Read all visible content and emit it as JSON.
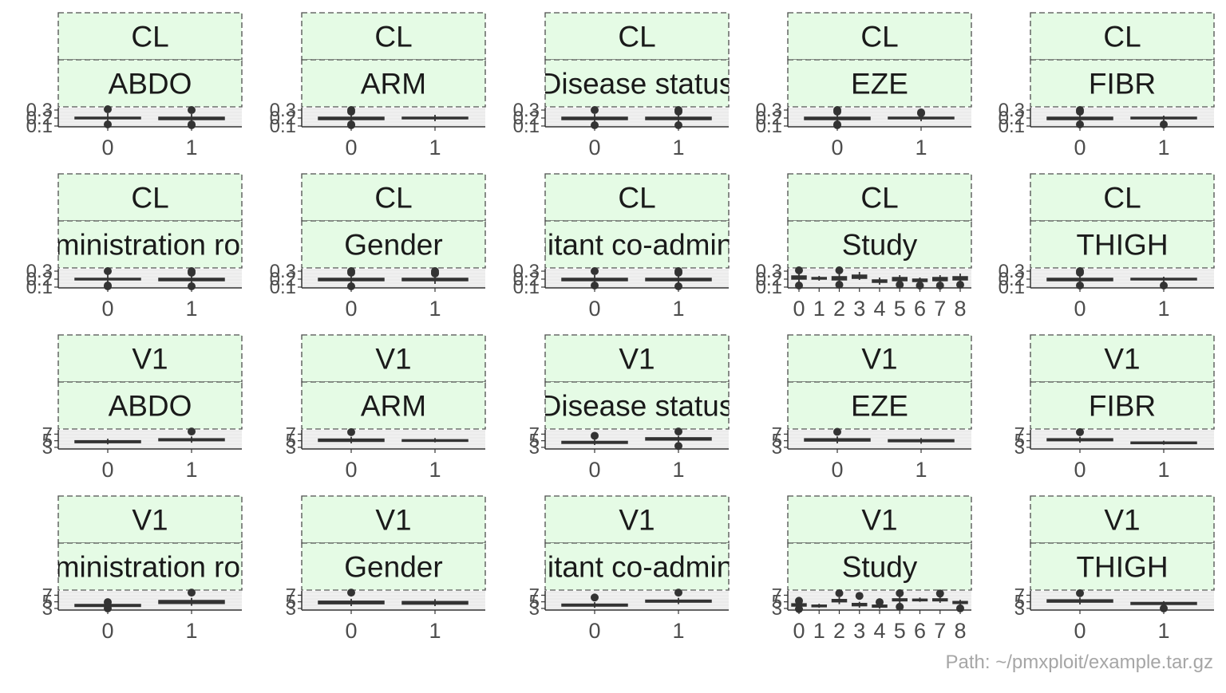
{
  "figure": {
    "footer": "Path: ~/pmxploit/example.tar.gz"
  },
  "colors": {
    "strip_fill": "#e5fbe5",
    "strip_border": "#4d4d4d",
    "panel_bg": "#ebebeb",
    "box": "#333333",
    "axis_text": "#4d4d4d",
    "title_text": "#1a1a1a"
  },
  "chart_data": [
    {
      "type": "box",
      "parameter": "CL",
      "covariate": "ABDO",
      "categories": [
        "0",
        "1"
      ],
      "y_ticks": [
        "0.1",
        "0.2",
        "0.3"
      ],
      "ylim": [
        0.09,
        0.33
      ],
      "boxes": [
        {
          "q1": 0.19,
          "median": 0.2,
          "q3": 0.21,
          "whisker_low": 0.15,
          "whisker_high": 0.26,
          "outliers": [
            0.31,
            0.12
          ]
        },
        {
          "q1": 0.18,
          "median": 0.2,
          "q3": 0.21,
          "whisker_low": 0.14,
          "whisker_high": 0.25,
          "outliers": [
            0.3,
            0.11,
            0.12
          ]
        }
      ]
    },
    {
      "type": "box",
      "parameter": "CL",
      "covariate": "ARM",
      "categories": [
        "0",
        "1"
      ],
      "y_ticks": [
        "0.1",
        "0.2",
        "0.3"
      ],
      "ylim": [
        0.09,
        0.33
      ],
      "boxes": [
        {
          "q1": 0.18,
          "median": 0.2,
          "q3": 0.21,
          "whisker_low": 0.14,
          "whisker_high": 0.25,
          "outliers": [
            0.3,
            0.28,
            0.11,
            0.12
          ]
        },
        {
          "q1": 0.19,
          "median": 0.2,
          "q3": 0.21,
          "whisker_low": 0.16,
          "whisker_high": 0.24,
          "outliers": []
        }
      ]
    },
    {
      "type": "box",
      "parameter": "CL",
      "covariate": "Disease status",
      "categories": [
        "0",
        "1"
      ],
      "y_ticks": [
        "0.1",
        "0.2",
        "0.3"
      ],
      "ylim": [
        0.09,
        0.33
      ],
      "boxes": [
        {
          "q1": 0.18,
          "median": 0.2,
          "q3": 0.21,
          "whisker_low": 0.14,
          "whisker_high": 0.25,
          "outliers": [
            0.3,
            0.11
          ]
        },
        {
          "q1": 0.18,
          "median": 0.2,
          "q3": 0.21,
          "whisker_low": 0.14,
          "whisker_high": 0.25,
          "outliers": [
            0.3,
            0.28,
            0.11
          ]
        }
      ]
    },
    {
      "type": "box",
      "parameter": "CL",
      "covariate": "EZE",
      "categories": [
        "0",
        "1"
      ],
      "y_ticks": [
        "0.1",
        "0.2",
        "0.3"
      ],
      "ylim": [
        0.09,
        0.33
      ],
      "boxes": [
        {
          "q1": 0.18,
          "median": 0.2,
          "q3": 0.21,
          "whisker_low": 0.14,
          "whisker_high": 0.25,
          "outliers": [
            0.3,
            0.28,
            0.11,
            0.12
          ]
        },
        {
          "q1": 0.19,
          "median": 0.2,
          "q3": 0.21,
          "whisker_low": 0.16,
          "whisker_high": 0.24,
          "outliers": [
            0.26,
            0.27
          ]
        }
      ]
    },
    {
      "type": "box",
      "parameter": "CL",
      "covariate": "FIBR",
      "categories": [
        "0",
        "1"
      ],
      "y_ticks": [
        "0.1",
        "0.2",
        "0.3"
      ],
      "ylim": [
        0.09,
        0.33
      ],
      "boxes": [
        {
          "q1": 0.18,
          "median": 0.2,
          "q3": 0.21,
          "whisker_low": 0.14,
          "whisker_high": 0.25,
          "outliers": [
            0.3,
            0.28,
            0.12
          ]
        },
        {
          "q1": 0.19,
          "median": 0.2,
          "q3": 0.21,
          "whisker_low": 0.16,
          "whisker_high": 0.23,
          "outliers": [
            0.12
          ]
        }
      ]
    },
    {
      "type": "box",
      "parameter": "CL",
      "covariate": "Administration route",
      "categories": [
        "0",
        "1"
      ],
      "y_ticks": [
        "0.1",
        "0.2",
        "0.3"
      ],
      "ylim": [
        0.09,
        0.33
      ],
      "boxes": [
        {
          "q1": 0.19,
          "median": 0.2,
          "q3": 0.21,
          "whisker_low": 0.15,
          "whisker_high": 0.26,
          "outliers": [
            0.3,
            0.11,
            0.12
          ]
        },
        {
          "q1": 0.18,
          "median": 0.2,
          "q3": 0.21,
          "whisker_low": 0.14,
          "whisker_high": 0.25,
          "outliers": [
            0.3,
            0.28,
            0.11
          ]
        }
      ]
    },
    {
      "type": "box",
      "parameter": "CL",
      "covariate": "Gender",
      "categories": [
        "0",
        "1"
      ],
      "y_ticks": [
        "0.1",
        "0.2",
        "0.3"
      ],
      "ylim": [
        0.09,
        0.33
      ],
      "boxes": [
        {
          "q1": 0.18,
          "median": 0.2,
          "q3": 0.21,
          "whisker_low": 0.14,
          "whisker_high": 0.25,
          "outliers": [
            0.3,
            0.28,
            0.11
          ]
        },
        {
          "q1": 0.18,
          "median": 0.2,
          "q3": 0.21,
          "whisker_low": 0.14,
          "whisker_high": 0.25,
          "outliers": [
            0.3,
            0.28,
            0.27
          ]
        }
      ]
    },
    {
      "type": "box",
      "parameter": "CL",
      "covariate": "Concomitant co-administration",
      "categories": [
        "0",
        "1"
      ],
      "y_ticks": [
        "0.1",
        "0.2",
        "0.3"
      ],
      "ylim": [
        0.09,
        0.33
      ],
      "boxes": [
        {
          "q1": 0.18,
          "median": 0.2,
          "q3": 0.21,
          "whisker_low": 0.14,
          "whisker_high": 0.25,
          "outliers": [
            0.3,
            0.12
          ]
        },
        {
          "q1": 0.18,
          "median": 0.2,
          "q3": 0.21,
          "whisker_low": 0.14,
          "whisker_high": 0.25,
          "outliers": [
            0.3,
            0.28,
            0.11
          ]
        }
      ]
    },
    {
      "type": "box",
      "parameter": "CL",
      "covariate": "Study",
      "categories": [
        "0",
        "1",
        "2",
        "3",
        "4",
        "5",
        "6",
        "7",
        "8"
      ],
      "y_ticks": [
        "0.1",
        "0.2",
        "0.3"
      ],
      "ylim": [
        0.09,
        0.33
      ],
      "boxes": [
        {
          "q1": 0.2,
          "median": 0.22,
          "q3": 0.24,
          "whisker_low": 0.16,
          "whisker_high": 0.28,
          "outliers": [
            0.31,
            0.12
          ]
        },
        {
          "q1": 0.2,
          "median": 0.21,
          "q3": 0.22,
          "whisker_low": 0.18,
          "whisker_high": 0.24,
          "outliers": []
        },
        {
          "q1": 0.19,
          "median": 0.21,
          "q3": 0.23,
          "whisker_low": 0.15,
          "whisker_high": 0.27,
          "outliers": [
            0.31,
            0.13
          ]
        },
        {
          "q1": 0.21,
          "median": 0.23,
          "q3": 0.25,
          "whisker_low": 0.19,
          "whisker_high": 0.29,
          "outliers": []
        },
        {
          "q1": 0.16,
          "median": 0.18,
          "q3": 0.19,
          "whisker_low": 0.13,
          "whisker_high": 0.22,
          "outliers": []
        },
        {
          "q1": 0.18,
          "median": 0.2,
          "q3": 0.22,
          "whisker_low": 0.14,
          "whisker_high": 0.25,
          "outliers": [
            0.13
          ]
        },
        {
          "q1": 0.17,
          "median": 0.18,
          "q3": 0.2,
          "whisker_low": 0.13,
          "whisker_high": 0.22,
          "outliers": [
            0.12
          ]
        },
        {
          "q1": 0.18,
          "median": 0.2,
          "q3": 0.22,
          "whisker_low": 0.14,
          "whisker_high": 0.25,
          "outliers": [
            0.12
          ]
        },
        {
          "q1": 0.19,
          "median": 0.21,
          "q3": 0.23,
          "whisker_low": 0.15,
          "whisker_high": 0.27,
          "outliers": [
            0.13
          ]
        }
      ]
    },
    {
      "type": "box",
      "parameter": "CL",
      "covariate": "THIGH",
      "categories": [
        "0",
        "1"
      ],
      "y_ticks": [
        "0.1",
        "0.2",
        "0.3"
      ],
      "ylim": [
        0.09,
        0.33
      ],
      "boxes": [
        {
          "q1": 0.18,
          "median": 0.2,
          "q3": 0.21,
          "whisker_low": 0.14,
          "whisker_high": 0.25,
          "outliers": [
            0.3,
            0.28,
            0.12
          ]
        },
        {
          "q1": 0.19,
          "median": 0.2,
          "q3": 0.21,
          "whisker_low": 0.16,
          "whisker_high": 0.23,
          "outliers": [
            0.12
          ]
        }
      ]
    },
    {
      "type": "box",
      "parameter": "V1",
      "covariate": "ABDO",
      "categories": [
        "0",
        "1"
      ],
      "y_ticks": [
        "3",
        "5",
        "7"
      ],
      "ylim": [
        2.5,
        8.3
      ],
      "boxes": [
        {
          "q1": 4.4,
          "median": 4.7,
          "q3": 5.0,
          "whisker_low": 3.9,
          "whisker_high": 5.6,
          "outliers": []
        },
        {
          "q1": 5.0,
          "median": 5.3,
          "q3": 5.6,
          "whisker_low": 4.4,
          "whisker_high": 6.3,
          "outliers": [
            7.8
          ]
        }
      ]
    },
    {
      "type": "box",
      "parameter": "V1",
      "covariate": "ARM",
      "categories": [
        "0",
        "1"
      ],
      "y_ticks": [
        "3",
        "5",
        "7"
      ],
      "ylim": [
        2.5,
        8.3
      ],
      "boxes": [
        {
          "q1": 4.8,
          "median": 5.2,
          "q3": 5.5,
          "whisker_low": 4.2,
          "whisker_high": 6.2,
          "outliers": [
            7.6
          ]
        },
        {
          "q1": 4.9,
          "median": 5.1,
          "q3": 5.3,
          "whisker_low": 4.5,
          "whisker_high": 5.8,
          "outliers": []
        }
      ]
    },
    {
      "type": "box",
      "parameter": "V1",
      "covariate": "Disease status",
      "categories": [
        "0",
        "1"
      ],
      "y_ticks": [
        "3",
        "5",
        "7"
      ],
      "ylim": [
        2.5,
        8.3
      ],
      "boxes": [
        {
          "q1": 4.2,
          "median": 4.5,
          "q3": 4.8,
          "whisker_low": 3.7,
          "whisker_high": 5.3,
          "outliers": [
            6.5
          ]
        },
        {
          "q1": 5.2,
          "median": 5.6,
          "q3": 5.9,
          "whisker_low": 4.6,
          "whisker_high": 6.5,
          "outliers": [
            7.8,
            3.4
          ]
        }
      ]
    },
    {
      "type": "box",
      "parameter": "V1",
      "covariate": "EZE",
      "categories": [
        "0",
        "1"
      ],
      "y_ticks": [
        "3",
        "5",
        "7"
      ],
      "ylim": [
        2.5,
        8.3
      ],
      "boxes": [
        {
          "q1": 4.9,
          "median": 5.2,
          "q3": 5.6,
          "whisker_low": 4.2,
          "whisker_high": 6.3,
          "outliers": [
            7.7
          ]
        },
        {
          "q1": 4.7,
          "median": 5.0,
          "q3": 5.3,
          "whisker_low": 4.1,
          "whisker_high": 5.8,
          "outliers": []
        }
      ]
    },
    {
      "type": "box",
      "parameter": "V1",
      "covariate": "FIBR",
      "categories": [
        "0",
        "1"
      ],
      "y_ticks": [
        "3",
        "5",
        "7"
      ],
      "ylim": [
        2.5,
        8.3
      ],
      "boxes": [
        {
          "q1": 5.0,
          "median": 5.3,
          "q3": 5.6,
          "whisker_low": 4.4,
          "whisker_high": 6.2,
          "outliers": [
            7.6
          ]
        },
        {
          "q1": 4.2,
          "median": 4.4,
          "q3": 4.6,
          "whisker_low": 3.8,
          "whisker_high": 5.0,
          "outliers": []
        }
      ]
    },
    {
      "type": "box",
      "parameter": "V1",
      "covariate": "Administration route",
      "categories": [
        "0",
        "1"
      ],
      "y_ticks": [
        "3",
        "5",
        "7"
      ],
      "ylim": [
        2.5,
        8.3
      ],
      "boxes": [
        {
          "q1": 3.6,
          "median": 3.9,
          "q3": 4.2,
          "whisker_low": 3.1,
          "whisker_high": 4.7,
          "outliers": [
            4.9,
            3.0
          ]
        },
        {
          "q1": 4.5,
          "median": 5.0,
          "q3": 5.4,
          "whisker_low": 3.8,
          "whisker_high": 6.2,
          "outliers": [
            7.8
          ]
        }
      ]
    },
    {
      "type": "box",
      "parameter": "V1",
      "covariate": "Gender",
      "categories": [
        "0",
        "1"
      ],
      "y_ticks": [
        "3",
        "5",
        "7"
      ],
      "ylim": [
        2.5,
        8.3
      ],
      "boxes": [
        {
          "q1": 4.4,
          "median": 4.8,
          "q3": 5.2,
          "whisker_low": 3.7,
          "whisker_high": 5.9,
          "outliers": [
            7.8
          ]
        },
        {
          "q1": 4.3,
          "median": 4.7,
          "q3": 5.1,
          "whisker_low": 3.7,
          "whisker_high": 5.8,
          "outliers": []
        }
      ]
    },
    {
      "type": "box",
      "parameter": "V1",
      "covariate": "Concomitant co-administration",
      "categories": [
        "0",
        "1"
      ],
      "y_ticks": [
        "3",
        "5",
        "7"
      ],
      "ylim": [
        2.5,
        8.3
      ],
      "boxes": [
        {
          "q1": 3.7,
          "median": 4.0,
          "q3": 4.3,
          "whisker_low": 3.2,
          "whisker_high": 4.9,
          "outliers": [
            6.3
          ]
        },
        {
          "q1": 4.9,
          "median": 5.2,
          "q3": 5.5,
          "whisker_low": 4.3,
          "whisker_high": 6.2,
          "outliers": [
            7.8
          ]
        }
      ]
    },
    {
      "type": "box",
      "parameter": "V1",
      "covariate": "Study",
      "categories": [
        "0",
        "1",
        "2",
        "3",
        "4",
        "5",
        "6",
        "7",
        "8"
      ],
      "y_ticks": [
        "3",
        "5",
        "7"
      ],
      "ylim": [
        2.5,
        8.3
      ],
      "boxes": [
        {
          "q1": 3.7,
          "median": 4.0,
          "q3": 4.4,
          "whisker_low": 3.0,
          "whisker_high": 4.9,
          "outliers": [
            5.3,
            2.8
          ]
        },
        {
          "q1": 3.6,
          "median": 3.8,
          "q3": 4.0,
          "whisker_low": 3.2,
          "whisker_high": 4.4,
          "outliers": []
        },
        {
          "q1": 5.0,
          "median": 5.4,
          "q3": 5.7,
          "whisker_low": 4.3,
          "whisker_high": 6.4,
          "outliers": [
            7.6
          ]
        },
        {
          "q1": 3.8,
          "median": 4.1,
          "q3": 4.5,
          "whisker_low": 3.2,
          "whisker_high": 5.0,
          "outliers": [
            6.8
          ]
        },
        {
          "q1": 3.4,
          "median": 3.7,
          "q3": 4.0,
          "whisker_low": 2.9,
          "whisker_high": 4.6,
          "outliers": [
            4.9
          ]
        },
        {
          "q1": 5.3,
          "median": 5.6,
          "q3": 5.9,
          "whisker_low": 4.6,
          "whisker_high": 6.6,
          "outliers": [
            7.6,
            3.5
          ]
        },
        {
          "q1": 5.4,
          "median": 5.6,
          "q3": 5.8,
          "whisker_low": 5.0,
          "whisker_high": 6.3,
          "outliers": []
        },
        {
          "q1": 5.3,
          "median": 5.6,
          "q3": 5.9,
          "whisker_low": 4.7,
          "whisker_high": 6.6,
          "outliers": [
            7.5
          ]
        },
        {
          "q1": 4.5,
          "median": 4.8,
          "q3": 5.1,
          "whisker_low": 3.9,
          "whisker_high": 5.6,
          "outliers": [
            3.0
          ]
        }
      ]
    },
    {
      "type": "box",
      "parameter": "V1",
      "covariate": "THIGH",
      "categories": [
        "0",
        "1"
      ],
      "y_ticks": [
        "3",
        "5",
        "7"
      ],
      "ylim": [
        2.5,
        8.3
      ],
      "boxes": [
        {
          "q1": 4.9,
          "median": 5.2,
          "q3": 5.6,
          "whisker_low": 4.2,
          "whisker_high": 6.3,
          "outliers": [
            7.6
          ]
        },
        {
          "q1": 4.2,
          "median": 4.5,
          "q3": 4.8,
          "whisker_low": 3.7,
          "whisker_high": 5.2,
          "outliers": [
            3.0
          ]
        }
      ]
    }
  ]
}
